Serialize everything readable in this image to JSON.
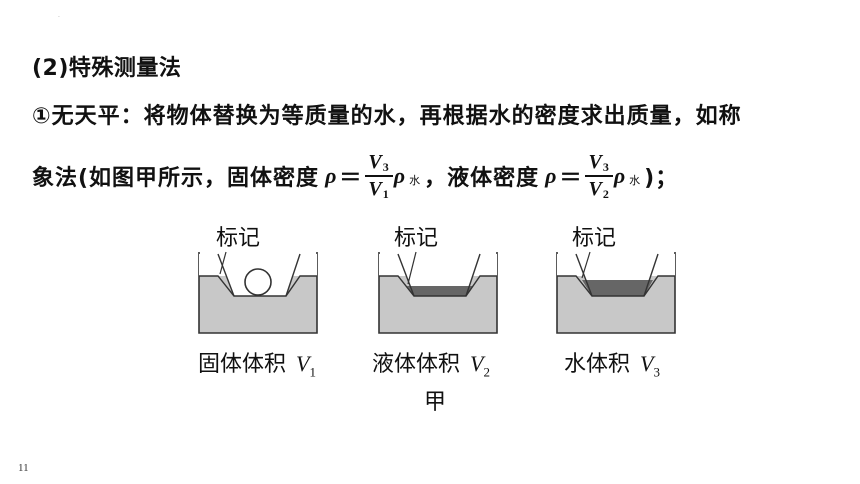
{
  "top_mark": "·",
  "heading": "(2)特殊测量法",
  "line1": "①无天平：将物体替换为等质量的水，再根据水的密度求出质量，如称",
  "line2": {
    "prefix": "象法(如图甲所示，固体密度",
    "rho": "ρ",
    "equals": "＝",
    "frac1_num": "V",
    "frac1_num_sub": "3",
    "frac1_den": "V",
    "frac1_den_sub": "1",
    "rho_water": "ρ",
    "water_sub": "水",
    "middle": "，液体密度",
    "frac2_num": "V",
    "frac2_num_sub": "3",
    "frac2_den": "V",
    "frac2_den_sub": "2",
    "suffix": ")；"
  },
  "figure": {
    "mark_label": "标记",
    "captions": [
      {
        "text": "固体体积",
        "var": "V",
        "sub": "1"
      },
      {
        "text": "液体体积",
        "var": "V",
        "sub": "2"
      },
      {
        "text": "水体积",
        "var": "V",
        "sub": "3"
      }
    ],
    "figure_label": "甲"
  },
  "page_number": "11"
}
